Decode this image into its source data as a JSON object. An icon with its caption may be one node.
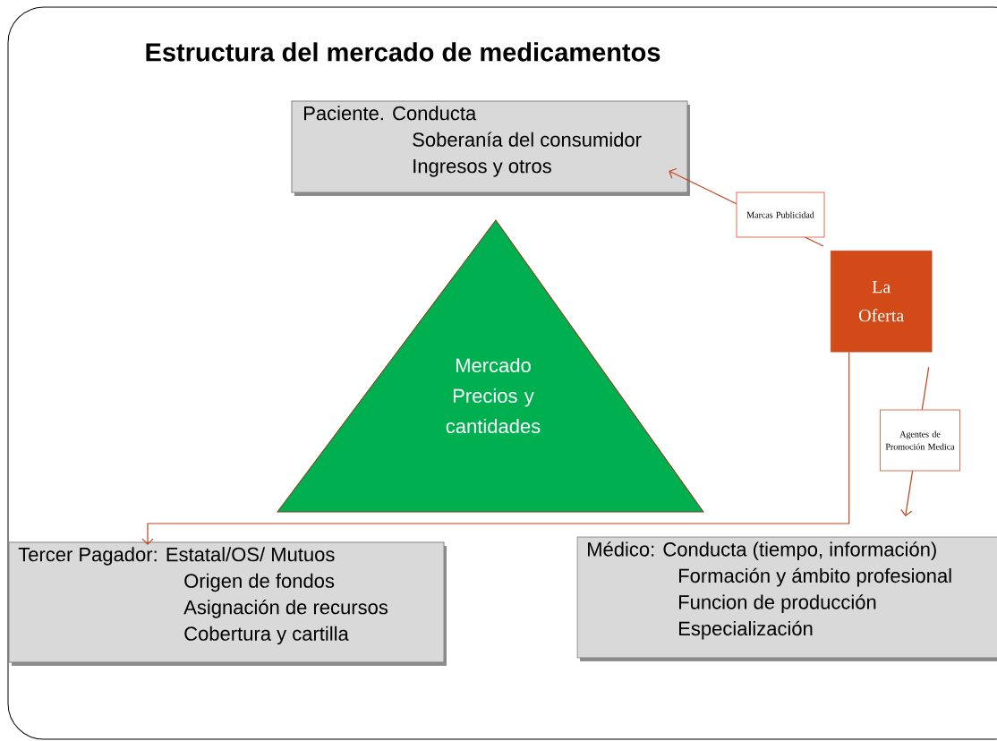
{
  "diagram": {
    "title": "Estructura del mercado de medicamentos",
    "nodes": [
      {
        "text": [
          "Paciente.  Conducta",
          "Soberanía del consumidor",
          "Ingresos  y otros"
        ]
      },
      {
        "text": [
          "Mercado Precios y cantidades"
        ]
      },
      {
        "text": [
          "La Oferta"
        ]
      },
      {
        "text": [
          "Tercer Pagador: Estatal/OS/ Mutuos",
          "Origen de fondos",
          "Asignación de recursos",
          "Cobertura y cartilla"
        ]
      },
      {
        "text": [
          "Médico: Conducta (tiempo, información)",
          "Formación y ámbito profesional",
          "Funcion de producción",
          "Especialización"
        ]
      }
    ],
    "edges": [
      {
        "from": 2,
        "to": 0,
        "arrow": "to",
        "label": "Marcas Publicidad"
      },
      {
        "from": 2,
        "to": 3,
        "arrow": "to"
      },
      {
        "from": 2,
        "to": 4,
        "arrow": "to",
        "label": "Agentes de Promoción Medica"
      }
    ]
  }
}
